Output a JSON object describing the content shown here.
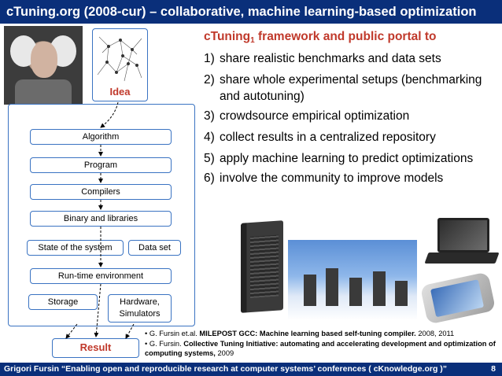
{
  "title": "cTuning.org (2008-cur) – collaborative, machine learning-based optimization",
  "diagram": {
    "idea_label": "Idea",
    "layers": [
      "Algorithm",
      "Program",
      "Compilers",
      "Binary and libraries",
      "State of the system",
      "Data set",
      "Run-time environment",
      "Storage",
      "Hardware, Simulators"
    ],
    "result_label": "Result"
  },
  "content": {
    "heading_prefix": "cTuning",
    "heading_sub": "1",
    "heading_suffix": " framework and public portal to",
    "items": [
      {
        "num": "1)",
        "text": "share realistic benchmarks and data sets"
      },
      {
        "num": "2)",
        "text": "share whole experimental setups (benchmarking and autotuning)"
      },
      {
        "num": "3)",
        "text": "crowdsource empirical optimization"
      },
      {
        "num": "4)",
        "text": "collect results in a centralized repository"
      },
      {
        "num": "5)",
        "text": "apply machine learning to predict optimizations"
      },
      {
        "num": "6)",
        "text": "involve the community to improve models"
      }
    ]
  },
  "references": [
    {
      "bullet": "•",
      "author": "G. Fursin et.al.",
      "title": "MILEPOST GCC: Machine learning based self-tuning compiler.",
      "year": "2008, 2011"
    },
    {
      "bullet": "•",
      "author": "G. Fursin.",
      "title": "Collective Tuning Initiative: automating and accelerating development and optimization of computing systems,",
      "year": "2009"
    }
  ],
  "footer": {
    "text": "Grigori Fursin   “Enabling open and reproducible research at computer systems’ conferences ( cKnowledge.org )”",
    "page": "8"
  },
  "colors": {
    "title_bar": "#0a2f7a",
    "accent_red": "#c0392b",
    "box_border": "#3a73c2"
  }
}
